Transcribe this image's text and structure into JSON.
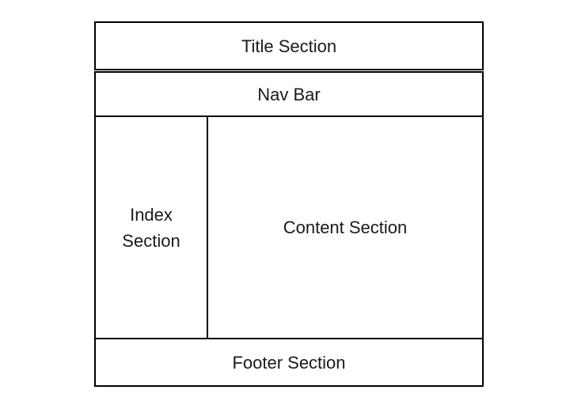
{
  "diagram": {
    "type": "webpage-layout-wireframe",
    "sections": {
      "title": {
        "label": "Title Section"
      },
      "nav": {
        "label": "Nav Bar"
      },
      "index": {
        "label": "Index Section"
      },
      "content": {
        "label": "Content Section"
      },
      "footer": {
        "label": "Footer Section"
      }
    }
  },
  "colors": {
    "background": "#ffffff",
    "border": "#000000",
    "text": "#1a1a1a"
  }
}
